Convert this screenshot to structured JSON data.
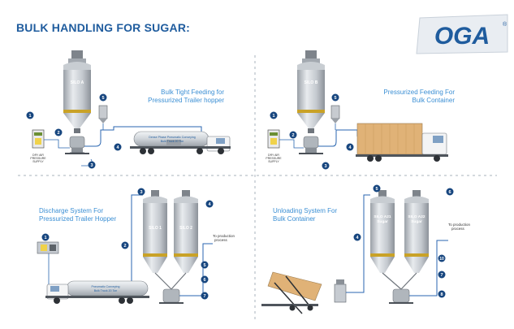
{
  "page_title": "BULK HANDLING FOR SUGAR:",
  "logo": {
    "text": "OGA",
    "mark": "®"
  },
  "colors": {
    "brand_blue": "#1f5c9e",
    "title_blue": "#3b8fd4",
    "badge_blue": "#17467f",
    "silo_gray": "#b9bec4",
    "line_blue": "#2a66b0"
  },
  "panels": {
    "top_left": {
      "title_line1": "Bulk Tight Feeding for",
      "title_line2": "Pressurized Trailer hopper",
      "silo_label": "SILO A",
      "supply_line1": "DRY AIR",
      "supply_line2": "PRESSURE",
      "supply_line3": "SUPPLY",
      "trailer_text1": "Dense Phase Pneumatic Conveying",
      "trailer_text2": "Bulk Truck 20 Ton",
      "badges": [
        "1",
        "2",
        "3",
        "4",
        "5"
      ]
    },
    "top_right": {
      "title_line1": "Pressurized Feeding For",
      "title_line2": "Bulk Container",
      "silo_label": "SILO B",
      "supply_line1": "DRY AIR",
      "supply_line2": "PRESSURE",
      "supply_line3": "SUPPLY",
      "badges": [
        "1",
        "2",
        "3",
        "4",
        "5"
      ]
    },
    "bottom_left": {
      "title_line1": "Discharge System For",
      "title_line2": "Pressurized Trailer Hopper",
      "silo1_label": "SILO 1",
      "silo2_label": "SILO 2",
      "to_production_line1": "To production",
      "to_production_line2": "process",
      "trailer_text1": "Pneumatic Conveying",
      "trailer_text2": "Bulk Truck 20 Ton",
      "badges": [
        "1",
        "2",
        "3",
        "4",
        "5",
        "6",
        "7"
      ]
    },
    "bottom_right": {
      "title_line1": "Unloading System For",
      "title_line2": "Bulk Container",
      "silo1_line1": "SILO A21",
      "silo1_line2": "Sugar",
      "silo2_line1": "SILO A22",
      "silo2_line2": "Sugar",
      "to_production_line1": "To production",
      "to_production_line2": "process",
      "badges": [
        "4",
        "5",
        "6",
        "7",
        "8",
        "10"
      ]
    }
  }
}
